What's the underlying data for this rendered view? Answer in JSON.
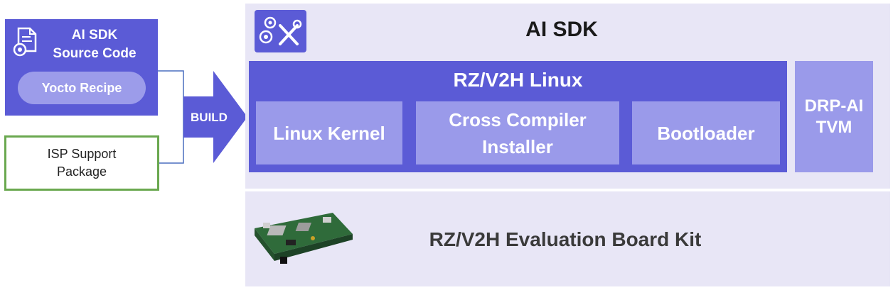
{
  "source": {
    "title_line1": "AI SDK",
    "title_line2": "Source Code",
    "recipe": "Yocto Recipe",
    "icon": "document-gear-icon"
  },
  "isp": {
    "line1": "ISP Support",
    "line2": "Package"
  },
  "build": {
    "label": "BUILD"
  },
  "sdk": {
    "title": "AI SDK",
    "icon": "gears-tools-icon"
  },
  "linux": {
    "title": "RZ/V2H Linux",
    "kernel": "Linux Kernel",
    "cross_line1": "Cross Compiler",
    "cross_line2": "Installer",
    "bootloader": "Bootloader"
  },
  "drp": {
    "line1": "DRP-AI",
    "line2": "TVM"
  },
  "board": {
    "title": "RZ/V2H Evaluation Board Kit",
    "image": "evaluation-board-image"
  },
  "colors": {
    "primary": "#5b5bd6",
    "light": "#9a9aea",
    "panel": "#e8e6f6",
    "green": "#6aa84f"
  }
}
